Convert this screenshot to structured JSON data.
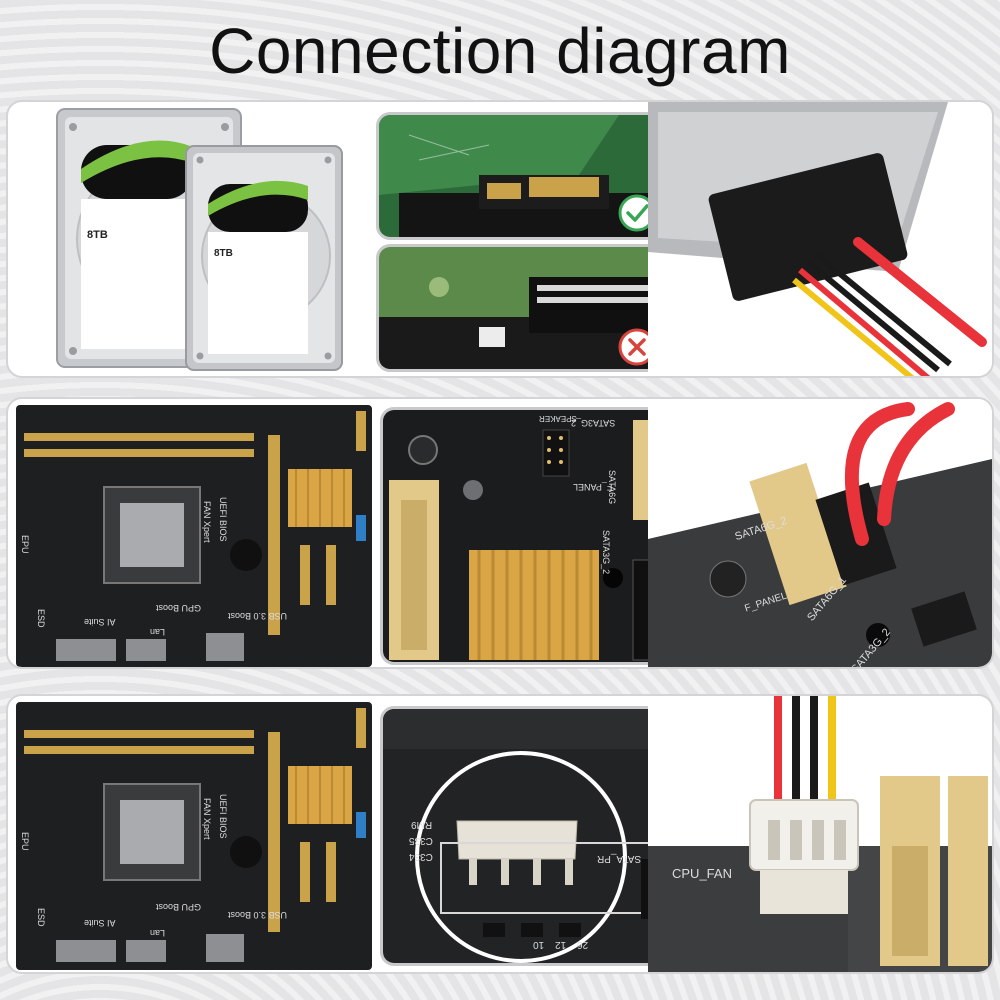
{
  "title": "Connection diagram",
  "row1": {
    "hdd_large_label": "8TB",
    "hdd_small_label": "8TB",
    "correct_icon": "check-circle-icon",
    "wrong_icon": "x-circle-icon",
    "colors": {
      "correct": "#3aa655",
      "wrong": "#d8443c",
      "sata_red": "#e8333a"
    }
  },
  "row2": {
    "board_labels": {
      "epu": "EPU",
      "fan_xpert": "FAN Xpert",
      "uefi_bios": "UEFI BIOS",
      "gpu_boost": "GPU Boost",
      "usb_boost": "USB 3.0 Boost",
      "esd": "ESD",
      "ai_suite": "AI Suite",
      "lan": "Lan"
    },
    "zoom_labels": {
      "sata3g_2_top": "SATA3G_2",
      "sata6g": "SATA6G",
      "speaker": "SPEAKER",
      "f_panel": "F_PANEL",
      "sata3g_2": "SATA3G_2"
    },
    "closeup_labels": {
      "sata6g_2": "SATA6G_2",
      "sata6g_1": "SATA6G_1",
      "sata3g_2": "SATA3G_2",
      "f_panel": "F_PANEL"
    }
  },
  "row3": {
    "board_labels": {
      "epu": "EPU",
      "fan_xpert": "FAN Xpert",
      "uefi_bios": "UEFI BIOS",
      "gpu_boost": "GPU Boost",
      "usb_boost": "USB 3.0 Boost",
      "esd": "ESD",
      "ai_suite": "AI Suite",
      "lan": "Lan"
    },
    "zoom_labels": {
      "rm9": "RM9",
      "c335": "C335",
      "c334": "C334",
      "sata_pr": "SATA_PR",
      "n10": "10",
      "n12": "12",
      "n26": "26"
    },
    "closeup_labels": {
      "cpu_fan": "CPU_FAN"
    }
  }
}
